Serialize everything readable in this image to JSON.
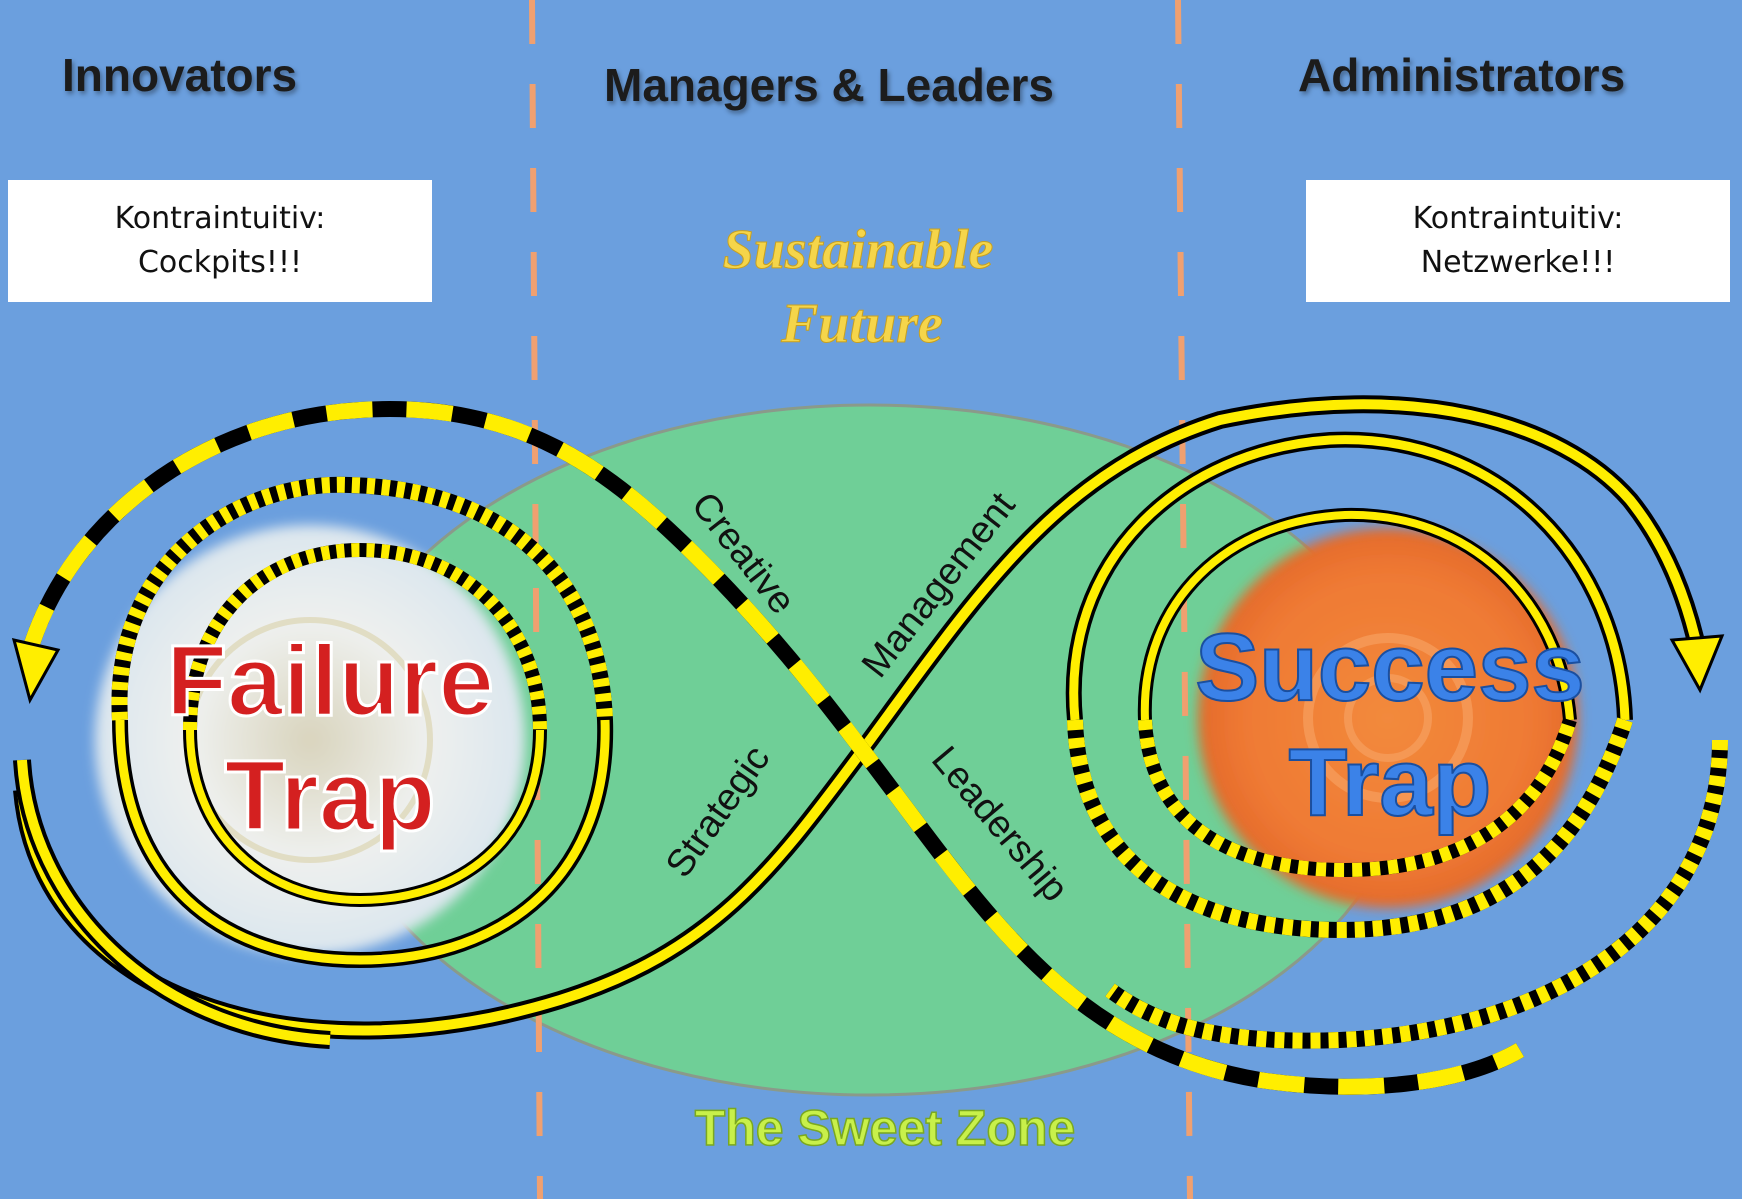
{
  "columns": {
    "left": "Innovators",
    "middle": "Managers & Leaders",
    "right": "Administrators"
  },
  "notes": {
    "left": {
      "line1": "Kontraintuitiv:",
      "line2": "Cockpits!!!"
    },
    "right": {
      "line1": "Kontraintuitiv:",
      "line2": "Netzwerke!!!"
    }
  },
  "center": {
    "title_line1": "Sustainable",
    "title_line2": "Future",
    "zone_label": "The Sweet Zone"
  },
  "path_labels": {
    "creative": "Creative",
    "management": "Management",
    "strategic": "Strategic",
    "leadership": "Leadership"
  },
  "traps": {
    "failure": {
      "line1": "Failure",
      "line2": "Trap"
    },
    "success": {
      "line1": "Success",
      "line2": "Trap"
    }
  },
  "colors": {
    "background": "#6b9fde",
    "sweet_zone": "#6fcf97",
    "path_yellow": "#ffee00",
    "path_black": "#000000",
    "divider": "#f0a070",
    "failure_text": "#d42020",
    "success_text": "#3b82e8",
    "success_disc": "#f07a35",
    "failure_disc": "#e8ecef",
    "sweet_zone_text": "#c8f04a",
    "future_text": "#f5d54a"
  }
}
